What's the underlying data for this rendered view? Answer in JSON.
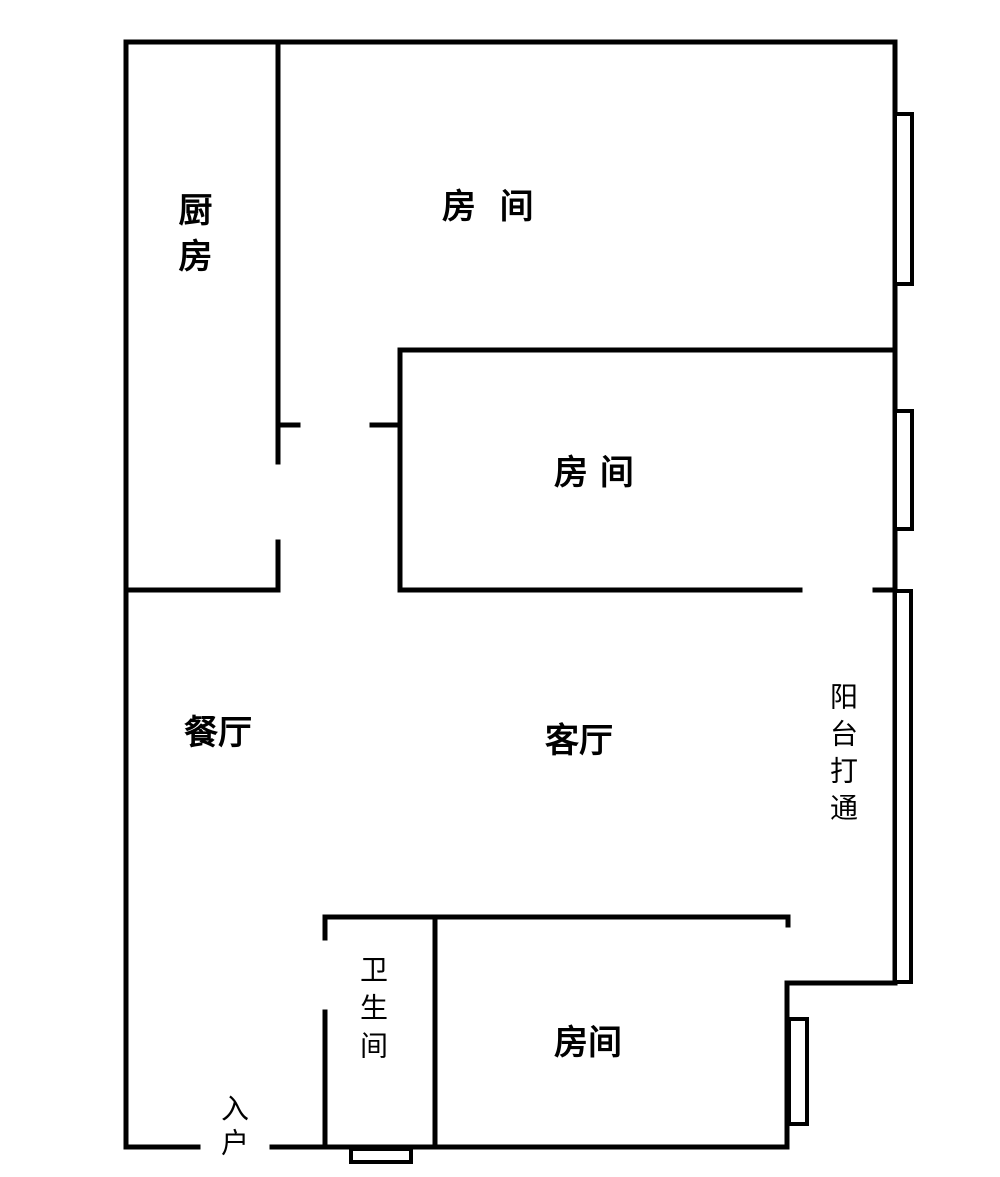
{
  "title": "Floor plan",
  "rooms": {
    "kitchen": "厨房",
    "bedroom_top": "房  间",
    "bedroom_middle": "房 间",
    "dining": "餐厅",
    "living": "客厅",
    "balcony": "阳台打通",
    "bathroom": "卫生间",
    "bedroom_bottom": "房间",
    "entrance": "入户"
  },
  "colors": {
    "wall": "#000000",
    "background": "#ffffff"
  }
}
